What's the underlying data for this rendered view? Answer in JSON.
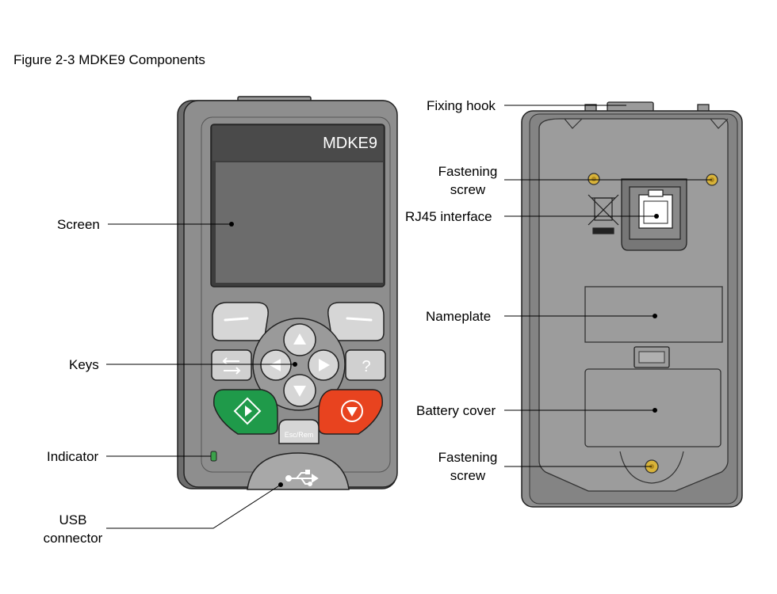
{
  "caption": "Figure 2-3 MDKE9 Components",
  "screen_brand": "MDKE9",
  "key_texts": {
    "help": "?",
    "esc": "Esc/Rem"
  },
  "labels": {
    "screen": "Screen",
    "keys": "Keys",
    "indicator": "Indicator",
    "usb_line1": "USB",
    "usb_line2": "connector",
    "fixing_hook": "Fixing hook",
    "fastening_top_line1": "Fastening",
    "fastening_top_line2": "screw",
    "rj45": "RJ45 interface",
    "nameplate": "Nameplate",
    "battery_cover": "Battery cover",
    "fastening_bottom_line1": "Fastening",
    "fastening_bottom_line2": "screw"
  },
  "colors": {
    "body_gray": "#8e8e8e",
    "body_light": "#a8a8a8",
    "screen_top": "#4a4a4a",
    "screen": "#6c6c6c",
    "run_green": "#1f9a4a",
    "stop_red": "#e8431f",
    "indicator_green": "#3ba24a",
    "screw_gold": "#d8b33a"
  },
  "icons": [
    "run-icon",
    "stop-icon",
    "usb-icon",
    "arrow-up-icon",
    "arrow-down-icon",
    "arrow-left-icon",
    "arrow-right-icon",
    "switch-icon",
    "recycle-bin-icon"
  ]
}
